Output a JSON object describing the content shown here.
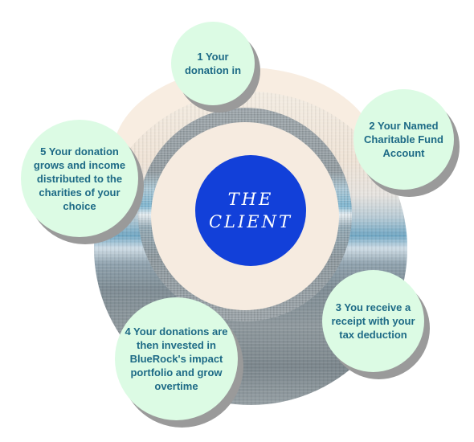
{
  "center": {
    "line1": "THE",
    "line2": "CLIENT"
  },
  "steps": [
    {
      "text": "1 Your donation in"
    },
    {
      "text": "2 Your Named Charitable Fund Account"
    },
    {
      "text": "3 You receive a receipt with your tax deduction"
    },
    {
      "text": "4 Your donations are then invested in BlueRock's impact portfolio and grow overtime"
    },
    {
      "text": "5 Your donation grows and income distributed to the charities of your choice"
    }
  ],
  "colors": {
    "center": "#1240d9",
    "bubble_fill": "#dcfbe4",
    "bubble_text": "#1d6a86",
    "bubble_shadow": "#9a9a9a"
  }
}
